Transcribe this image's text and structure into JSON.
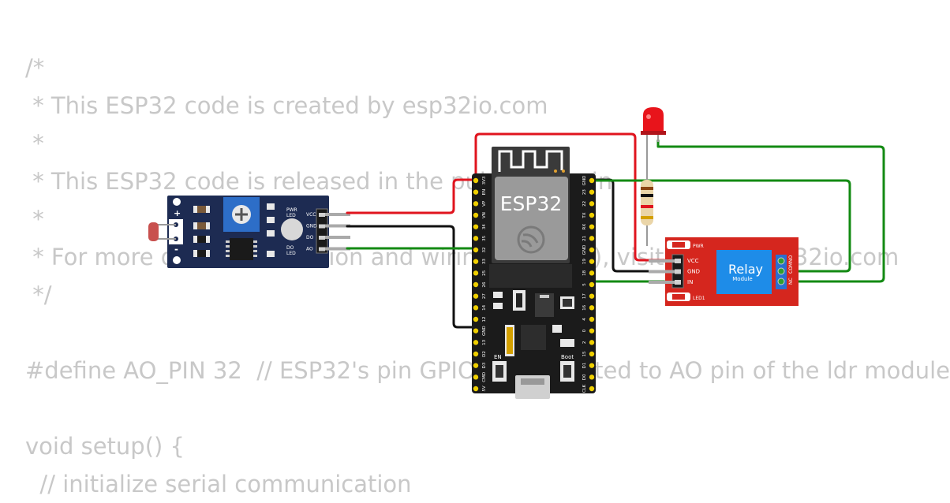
{
  "code_lines": [
    "/*",
    " * This ESP32 code is created by esp32io.com",
    " *",
    " * This ESP32 code is released in the public domain",
    " *",
    " * For more detail (instruction and wiring diagram), visit https://esp32io.com",
    " */",
    "",
    "#define AO_PIN 32  // ESP32's pin GPIO32 connected to AO pin of the ldr module",
    "",
    "void setup() {",
    "  // initialize serial communication"
  ],
  "ldr_module": {
    "pins": [
      "VCC",
      "GND",
      "DO",
      "AO"
    ],
    "plus": "+",
    "minus": "-",
    "pwr_led": [
      "PWR",
      "LED"
    ],
    "do_led": [
      "DO",
      "LED"
    ]
  },
  "esp32": {
    "label": "ESP32",
    "left_pins": [
      "3V3",
      "EN",
      "VP",
      "VN",
      "34",
      "35",
      "32",
      "33",
      "25",
      "26",
      "27",
      "14",
      "12",
      "GND",
      "13",
      "D2",
      "D3",
      "CMD",
      "5V"
    ],
    "right_pins": [
      "GND",
      "23",
      "22",
      "TX",
      "RX",
      "21",
      "GND",
      "19",
      "18",
      "5",
      "17",
      "16",
      "4",
      "0",
      "2",
      "15",
      "D1",
      "D0",
      "CLK"
    ],
    "en_label": "EN",
    "boot_label": "Boot"
  },
  "relay": {
    "title": "Relay",
    "subtitle": "Module",
    "pins": [
      "VCC",
      "GND",
      "IN"
    ],
    "pwr": "PWR",
    "led1": "LED1",
    "contacts": [
      "NC",
      "COM",
      "NO"
    ]
  },
  "colors": {
    "wire_red": "#e0141e",
    "wire_black": "#111111",
    "wire_green": "#138a13",
    "pcb_blue": "#1d2b52",
    "pcb_black": "#1b1b1b",
    "pcb_red": "#d5261e",
    "relay_blue": "#1e8ce8",
    "led_red": "#e8141b"
  }
}
